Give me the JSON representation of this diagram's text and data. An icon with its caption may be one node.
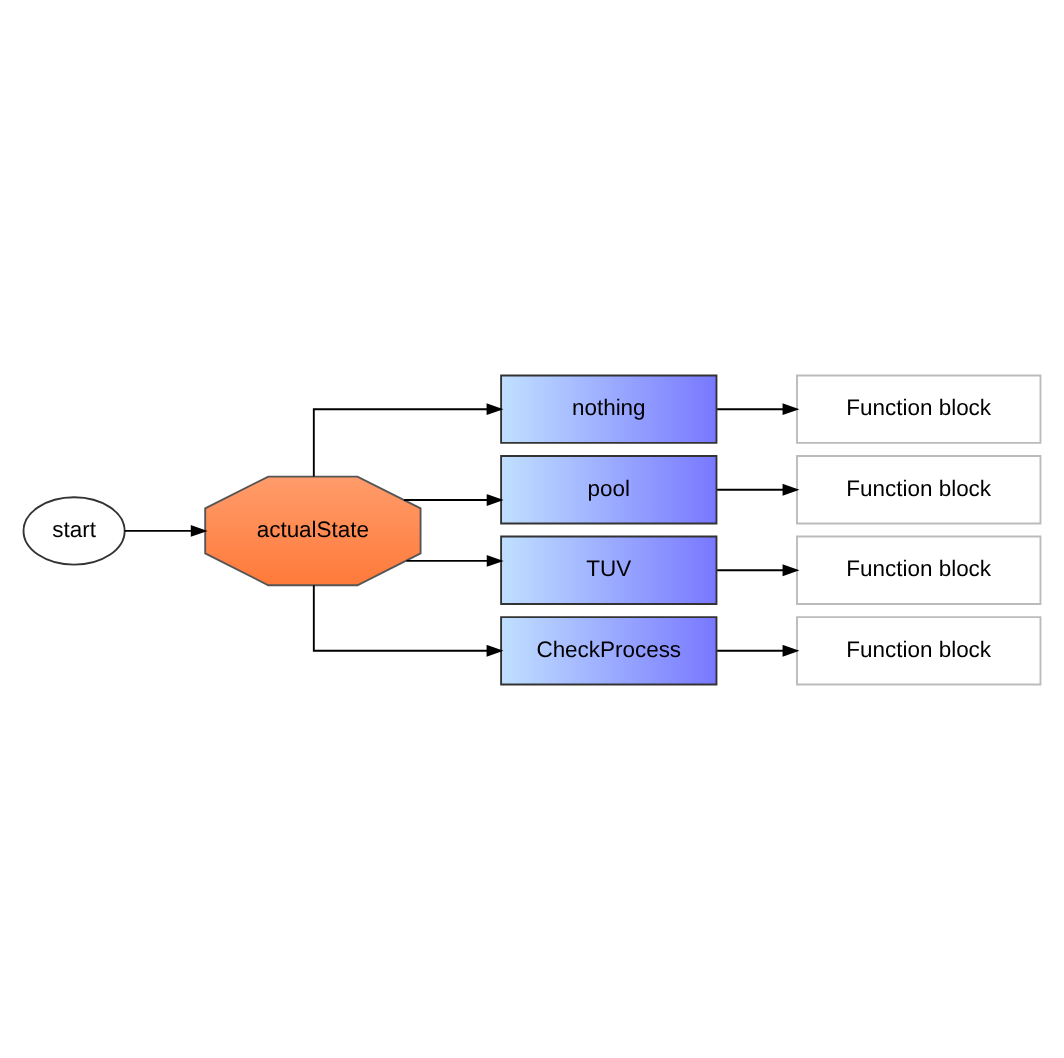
{
  "diagram": {
    "nodes": [
      {
        "text": [
          "start"
        ]
      },
      {
        "text": [
          "actualState"
        ]
      },
      {
        "text": [
          "nothing"
        ]
      },
      {
        "text": [
          "Function block"
        ]
      },
      {
        "text": [
          "pool"
        ]
      },
      {
        "text": [
          "Function block"
        ]
      },
      {
        "text": [
          "TUV"
        ]
      },
      {
        "text": [
          "Function block"
        ]
      },
      {
        "text": [
          "CheckProcess"
        ]
      },
      {
        "text": [
          "Function block"
        ]
      }
    ],
    "edges": [
      {
        "from": 0,
        "to": 1,
        "arrow": "to"
      },
      {
        "from": 1,
        "to": 2,
        "arrow": "to"
      },
      {
        "from": 1,
        "to": 4,
        "arrow": "to"
      },
      {
        "from": 1,
        "to": 6,
        "arrow": "to"
      },
      {
        "from": 1,
        "to": 8,
        "arrow": "to"
      },
      {
        "from": 2,
        "to": 3,
        "arrow": "to"
      },
      {
        "from": 4,
        "to": 5,
        "arrow": "to"
      },
      {
        "from": 6,
        "to": 7,
        "arrow": "to"
      },
      {
        "from": 8,
        "to": 9,
        "arrow": "to"
      }
    ]
  }
}
